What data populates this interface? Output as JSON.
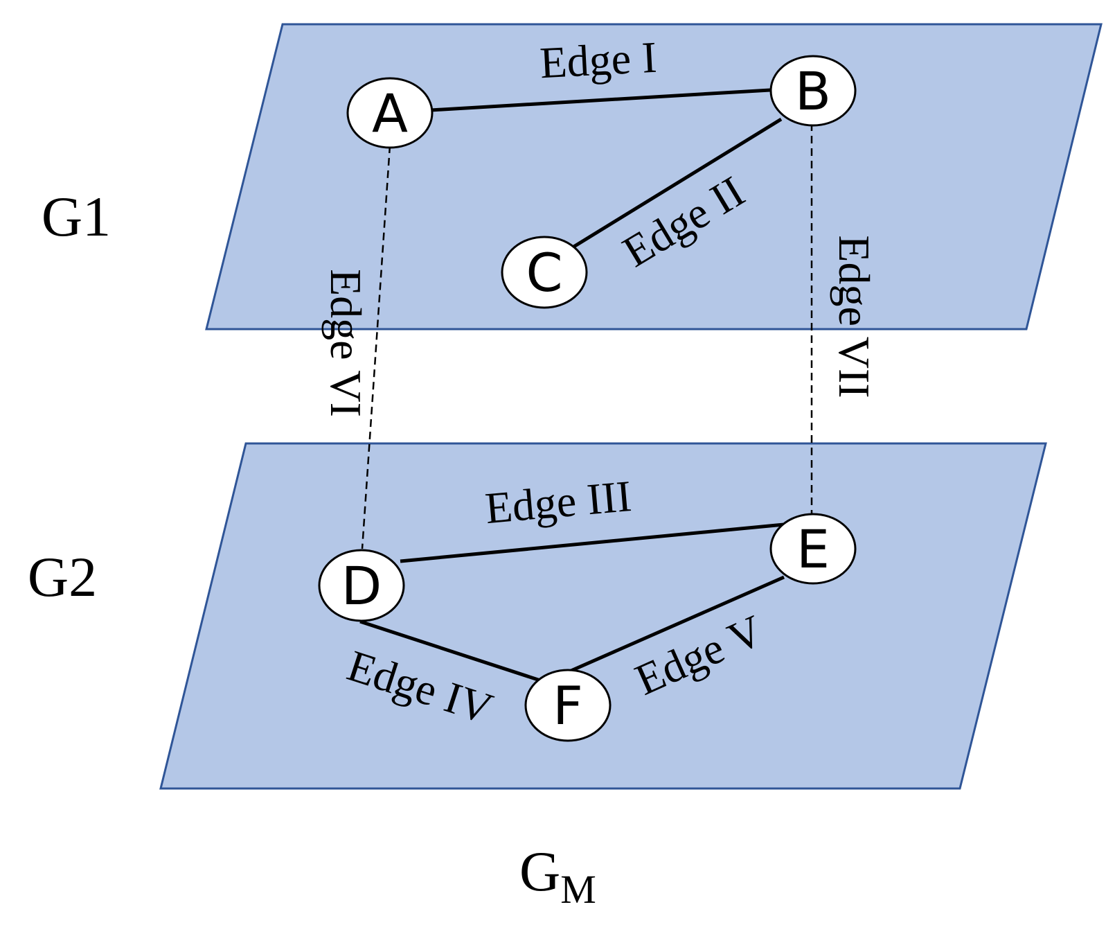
{
  "layers": [
    {
      "id": "g1",
      "label": "G1"
    },
    {
      "id": "g2",
      "label": "G2"
    }
  ],
  "nodes": [
    {
      "id": "A",
      "label": "A",
      "layer": "G1"
    },
    {
      "id": "B",
      "label": "B",
      "layer": "G1"
    },
    {
      "id": "C",
      "label": "C",
      "layer": "G1"
    },
    {
      "id": "D",
      "label": "D",
      "layer": "G2"
    },
    {
      "id": "E",
      "label": "E",
      "layer": "G2"
    },
    {
      "id": "F",
      "label": "F",
      "layer": "G2"
    }
  ],
  "edges": [
    {
      "id": "I",
      "label": "Edge I",
      "from": "A",
      "to": "B",
      "style": "solid"
    },
    {
      "id": "II",
      "label": "Edge II",
      "from": "B",
      "to": "C",
      "style": "solid"
    },
    {
      "id": "III",
      "label": "Edge III",
      "from": "D",
      "to": "E",
      "style": "solid"
    },
    {
      "id": "IV",
      "label": "Edge IV",
      "from": "D",
      "to": "F",
      "style": "solid"
    },
    {
      "id": "V",
      "label": "Edge V",
      "from": "E",
      "to": "F",
      "style": "solid"
    },
    {
      "id": "VI",
      "label": "Edge VI",
      "from": "A",
      "to": "D",
      "style": "dashed"
    },
    {
      "id": "VII",
      "label": "Edge VII",
      "from": "B",
      "to": "E",
      "style": "dashed"
    }
  ],
  "caption": {
    "main": "G",
    "subscript": "M"
  },
  "colors": {
    "plane_fill": "#b4c7e7",
    "plane_stroke": "#2f5597",
    "node_fill": "#ffffff",
    "line": "#000000"
  }
}
